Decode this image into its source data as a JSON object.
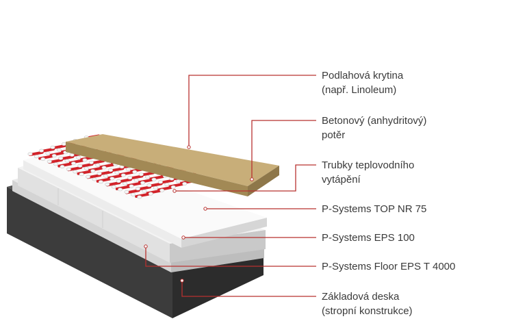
{
  "layers": [
    {
      "id": "floor-covering",
      "lines": [
        "Podlahová krytina",
        "(např. Linoleum)"
      ]
    },
    {
      "id": "screed",
      "lines": [
        "Betonový (anhydritový)",
        "potěr"
      ]
    },
    {
      "id": "heating-pipes",
      "lines": [
        "Trubky teplovodního",
        "vytápění"
      ]
    },
    {
      "id": "top-nr-75",
      "lines": [
        "P-Systems TOP NR 75"
      ]
    },
    {
      "id": "eps-100",
      "lines": [
        "P-Systems EPS 100"
      ]
    },
    {
      "id": "floor-eps-t-4000",
      "lines": [
        "P-Systems Floor EPS T 4000"
      ]
    },
    {
      "id": "base-slab",
      "lines": [
        "Základová deska",
        "(stropní konstrukce)"
      ]
    }
  ],
  "colors": {
    "leader": "#b8312f",
    "pipe": "#d2232a",
    "screed": "#c9b07a",
    "slab": "#4a4a4a",
    "label_text": "#3a3a3a"
  }
}
